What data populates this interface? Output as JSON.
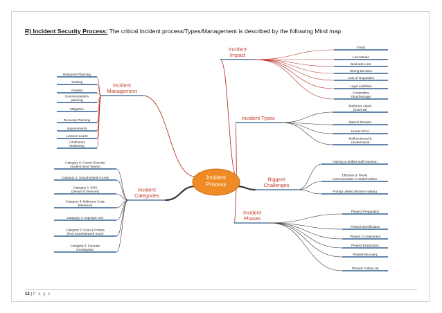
{
  "heading": {
    "label": "R) Incident Security Process:",
    "text": " The critical Incident process/Types/Management  is described by the following Mind map"
  },
  "mindmap": {
    "center": [
      "Incident",
      "Process"
    ],
    "branches": {
      "management": {
        "label": [
          "Incident",
          "Management"
        ],
        "items": [
          [
            "Response Planning"
          ],
          [
            "Training"
          ],
          [
            "Analysis"
          ],
          [
            "Communications",
            "planning"
          ],
          [
            "Mitigation"
          ],
          [
            "Recovery Planning"
          ],
          [
            "Improvements"
          ],
          [
            "Lessons Learnt"
          ],
          [
            "Continuous",
            "Monitoring"
          ]
        ]
      },
      "categories": {
        "label": [
          "Incident",
          "Categories"
        ],
        "items": [
          [
            "Category 0: Covert Exercise",
            "Incident (Red Teams)"
          ],
          [
            "Category 1: Unauthorised Access"
          ],
          [
            "Category 2: DOS",
            "(Denial of Services)"
          ],
          [
            "Category 3: Malicious Code",
            "(Malware)"
          ],
          [
            "Category 4: Improper Use"
          ],
          [
            "Category 5: Scan & Probes",
            "(Port Scan/Network Scan)"
          ],
          [
            "Category 6: Forensic",
            "Investigation"
          ]
        ]
      },
      "impact": {
        "label": [
          "Incident",
          "Impact"
        ],
        "items": [
          [
            "Fraud"
          ],
          [
            "Low Morale"
          ],
          [
            "Business Loss"
          ],
          [
            "Wrong Decision"
          ],
          [
            "Loss of Reputation"
          ],
          [
            "Legal Liabilities"
          ],
          [
            "Competitive",
            "Disadvantage"
          ]
        ]
      },
      "types": {
        "label": [
          "Incident Types"
        ],
        "items": [
          [
            "Malicious Attack",
            "(External)"
          ],
          [
            "Natural Disaster"
          ],
          [
            "Human Error"
          ],
          [
            "Malfunctioned &",
            "Unintentional"
          ]
        ]
      },
      "challenges": {
        "label": [
          "Biggest",
          "Challenges"
        ],
        "items": [
          [
            "Training & Skilled Staff retention"
          ],
          [
            "Effective & Timely",
            "communication to Stakeholders"
          ],
          [
            "Prompt unified decision making"
          ]
        ]
      },
      "phases": {
        "label": [
          "Incident",
          "Phases"
        ],
        "items": [
          [
            "Phase1:Preparation"
          ],
          [
            "Phase2:Identification"
          ],
          [
            "Phase3: Containment"
          ],
          [
            "Phase4:Eradication"
          ],
          [
            "Phase5:Recovery"
          ],
          [
            "Phase6: Follow-Up"
          ]
        ]
      }
    }
  },
  "footer": {
    "page_number": "12",
    "separator": " | ",
    "page_label": "P a g e"
  },
  "colors": {
    "center_fill": "#f08a24",
    "center_stroke": "#c96d12",
    "branch_label": "#c0392b",
    "item_line": "#2f5f8f",
    "red_link": "#b83227",
    "dark_link": "#333333"
  }
}
